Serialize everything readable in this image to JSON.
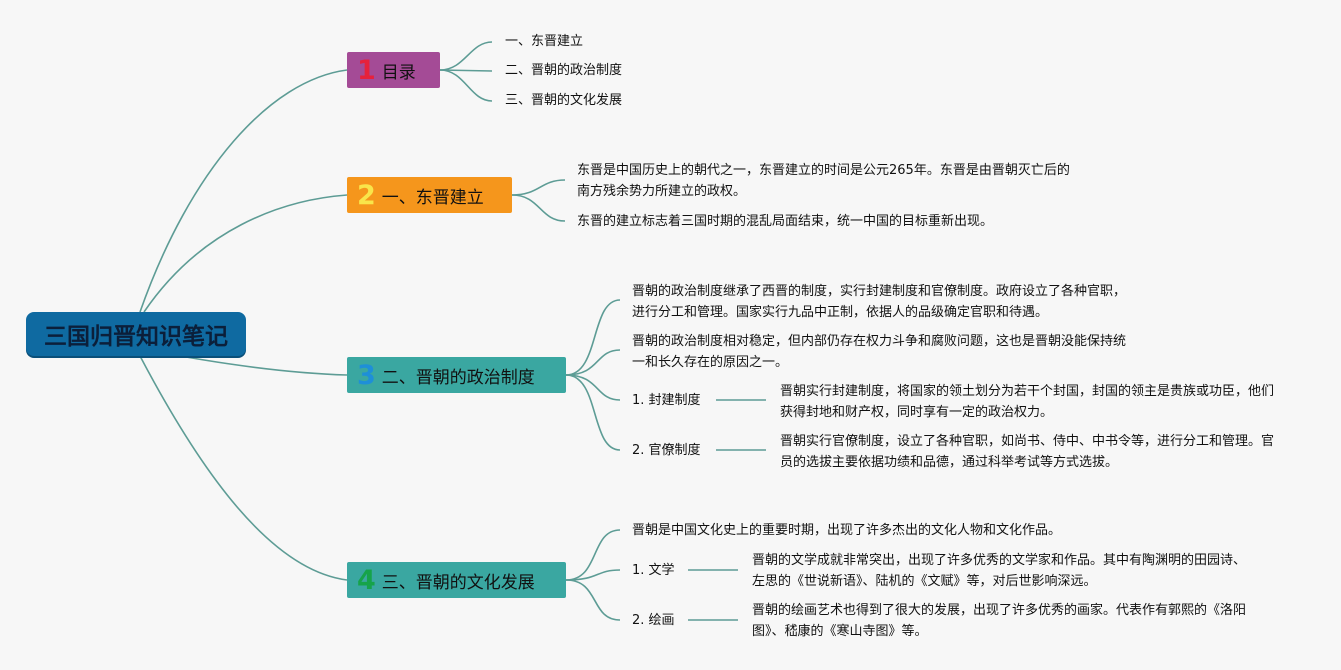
{
  "root": {
    "title": "三国归晋知识笔记"
  },
  "colors": {
    "root_bg": "#0f6aa1",
    "line": "#5d9c95",
    "b1": "#a44b96",
    "b2": "#f5961c",
    "b3": "#3aa7a1",
    "b4": "#3aa7a1",
    "n1": "#e6213c",
    "n2": "#f9e54a",
    "n3": "#1e8fd8",
    "n4": "#16a34a"
  },
  "branches": [
    {
      "num": "1",
      "label": "目录",
      "items": [
        "一、东晋建立",
        "二、晋朝的政治制度",
        "三、晋朝的文化发展"
      ]
    },
    {
      "num": "2",
      "label": "一、东晋建立",
      "items": [
        "东晋是中国历史上的朝代之一，东晋建立的时间是公元265年。东晋是由晋朝灭亡后的南方残余势力所建立的政权。",
        "东晋的建立标志着三国时期的混乱局面结束，统一中国的目标重新出现。"
      ]
    },
    {
      "num": "3",
      "label": "二、晋朝的政治制度",
      "items": [
        "晋朝的政治制度继承了西晋的制度，实行封建制度和官僚制度。政府设立了各种官职，进行分工和管理。国家实行九品中正制，依据人的品级确定官职和待遇。",
        "晋朝的政治制度相对稳定，但内部仍存在权力斗争和腐败问题，这也是晋朝没能保持统一和长久存在的原因之一。"
      ],
      "subs": [
        {
          "label": "1. 封建制度",
          "text": "晋朝实行封建制度，将国家的领土划分为若干个封国，封国的领主是贵族或功臣，他们获得封地和财产权，同时享有一定的政治权力。"
        },
        {
          "label": "2. 官僚制度",
          "text": "晋朝实行官僚制度，设立了各种官职，如尚书、侍中、中书令等，进行分工和管理。官员的选拔主要依据功绩和品德，通过科举考试等方式选拔。"
        }
      ]
    },
    {
      "num": "4",
      "label": "三、晋朝的文化发展",
      "items": [
        "晋朝是中国文化史上的重要时期，出现了许多杰出的文化人物和文化作品。"
      ],
      "subs": [
        {
          "label": "1. 文学",
          "text": "晋朝的文学成就非常突出，出现了许多优秀的文学家和作品。其中有陶渊明的田园诗、左思的《世说新语》、陆机的《文赋》等，对后世影响深远。"
        },
        {
          "label": "2. 绘画",
          "text": "晋朝的绘画艺术也得到了很大的发展，出现了许多优秀的画家。代表作有郭熙的《洛阳图》、嵇康的《寒山寺图》等。"
        }
      ]
    }
  ]
}
